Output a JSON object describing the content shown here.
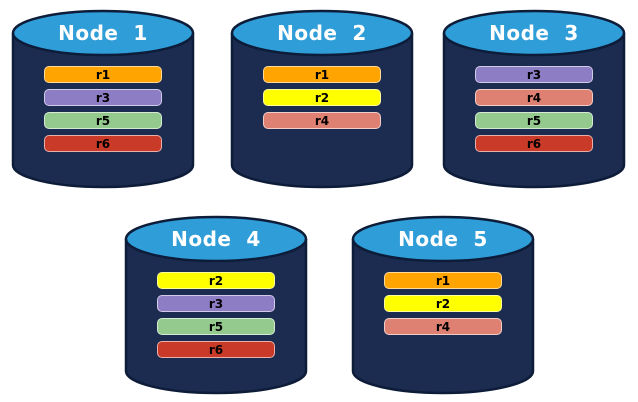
{
  "diagram": {
    "description_hint": "five database nodes with replica bars",
    "background": "#FFFFFF"
  },
  "palette": {
    "cylinder_body": "#1C2C50",
    "cylinder_outline": "#0D1C38",
    "cylinder_top": "#2F9DD8",
    "title_color": "#FFFFFF",
    "bar_text_color": "#000000"
  },
  "replica_colors": {
    "r1": "#FFA400",
    "r2": "#FFFF00",
    "r3": "#8D7DC5",
    "r4": "#DF8172",
    "r5": "#95CA8E",
    "r6": "#C93A28"
  },
  "nodes": [
    {
      "id": "node-1",
      "label": "Node  1",
      "replicas": [
        "r1",
        "r3",
        "r5",
        "r6"
      ]
    },
    {
      "id": "node-2",
      "label": "Node  2",
      "replicas": [
        "r1",
        "r2",
        "r4"
      ]
    },
    {
      "id": "node-3",
      "label": "Node  3",
      "replicas": [
        "r3",
        "r4",
        "r5",
        "r6"
      ]
    },
    {
      "id": "node-4",
      "label": "Node  4",
      "replicas": [
        "r2",
        "r3",
        "r5",
        "r6"
      ]
    },
    {
      "id": "node-5",
      "label": "Node  5",
      "replicas": [
        "r1",
        "r2",
        "r4"
      ]
    }
  ]
}
